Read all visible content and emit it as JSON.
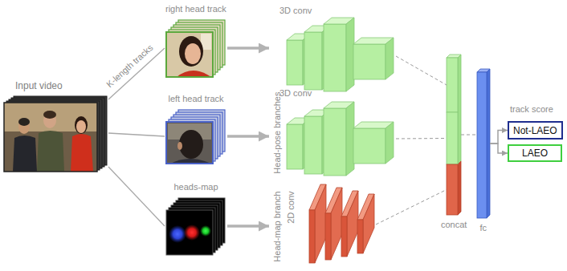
{
  "diagram": {
    "nodes": [
      {
        "text": [
          "Input video"
        ]
      },
      {
        "text": [
          "right head track"
        ]
      },
      {
        "text": [
          "left head track"
        ]
      },
      {
        "text": [
          "heads-map"
        ]
      },
      {
        "text": [
          "3D conv"
        ]
      },
      {
        "text": [
          "3D conv"
        ]
      },
      {
        "text": [
          "2D conv"
        ]
      },
      {
        "text": [
          "concat"
        ]
      },
      {
        "text": [
          "fc"
        ]
      },
      {
        "text": [
          "Not-LAEO"
        ]
      },
      {
        "text": [
          "LAEO"
        ]
      }
    ],
    "edges": [
      {
        "from": 0,
        "to": 1,
        "arrow": "none"
      },
      {
        "from": 0,
        "to": 2,
        "arrow": "none"
      },
      {
        "from": 0,
        "to": 3,
        "arrow": "none"
      },
      {
        "from": 1,
        "to": 4,
        "arrow": "to"
      },
      {
        "from": 2,
        "to": 5,
        "arrow": "to"
      },
      {
        "from": 3,
        "to": 6,
        "arrow": "to"
      },
      {
        "from": 4,
        "to": 7,
        "arrow": "none"
      },
      {
        "from": 5,
        "to": 7,
        "arrow": "none"
      },
      {
        "from": 6,
        "to": 7,
        "arrow": "none"
      },
      {
        "from": 7,
        "to": 8,
        "arrow": "none"
      },
      {
        "from": 8,
        "to": 9,
        "arrow": "to"
      },
      {
        "from": 8,
        "to": 10,
        "arrow": "to"
      }
    ],
    "labels": [
      "K-length tracks",
      "Head-pose branches",
      "Head-map branch",
      "track score"
    ]
  }
}
